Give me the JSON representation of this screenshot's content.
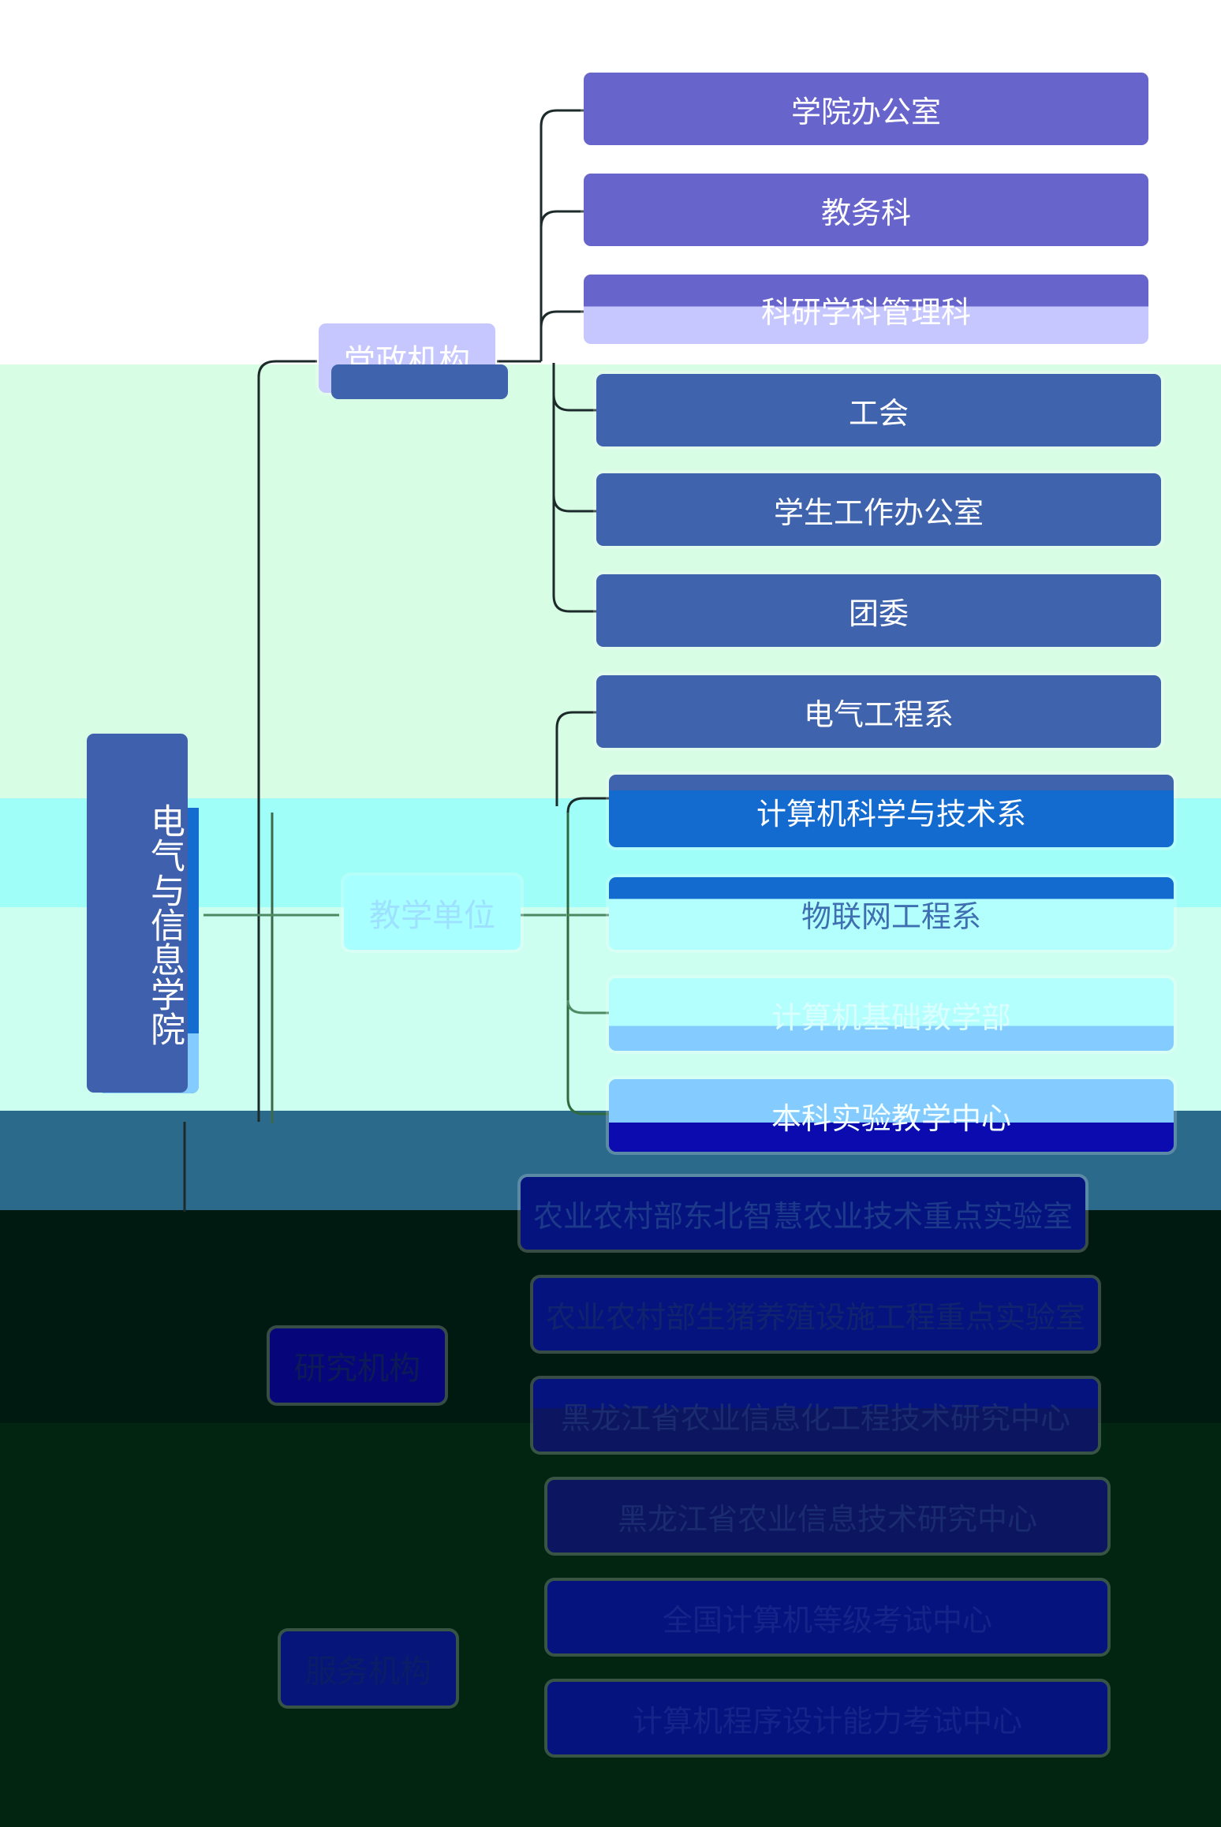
{
  "root": {
    "label": "电气与信息学院"
  },
  "categories": [
    {
      "id": "admin",
      "label": "党政机构",
      "color": "#c7c7ff",
      "text_color": "#ffffff"
    },
    {
      "id": "teaching",
      "label": "教学单位",
      "color": "#a8ffff",
      "text_color": "#9de0ff"
    },
    {
      "id": "research",
      "label": "研究机构",
      "color": "#06067a",
      "text_color": "#0c1a55"
    },
    {
      "id": "service",
      "label": "服务机构",
      "color": "#05157a",
      "text_color": "#0b1d66"
    }
  ],
  "children": {
    "admin": [
      {
        "label": "学院办公室",
        "color": "#6764cb"
      },
      {
        "label": "教务科",
        "color": "#6764cb"
      },
      {
        "label": "科研学科管理科",
        "color": "#6764cb"
      },
      {
        "label": "工会",
        "color": "#3f63ad"
      },
      {
        "label": "学生工作办公室",
        "color": "#3f63ad"
      },
      {
        "label": "团委",
        "color": "#3f63ad"
      }
    ],
    "teaching": [
      {
        "label": "电气工程系",
        "color": "#3f63ad"
      },
      {
        "label": "计算机科学与技术系",
        "color": "#136bd0"
      },
      {
        "label": "物联网工程系",
        "color": "#b3fffd"
      },
      {
        "label": "计算机基础教学部",
        "color": "#b3fffd"
      },
      {
        "label": "本科实验教学中心",
        "color": "#84ccff"
      }
    ],
    "research": [
      {
        "label": "农业农村部东北智慧农业技术重点实验室",
        "color": "#05137f"
      },
      {
        "label": "农业农村部生猪养殖设施工程重点实验室",
        "color": "#05137f"
      },
      {
        "label": "黑龙江省农业信息化工程技术研究中心",
        "color": "#0c1660"
      },
      {
        "label": "黑龙江省农业信息技术研究中心",
        "color": "#0c1660"
      }
    ],
    "service": [
      {
        "label": "全国计算机等级考试中心",
        "color": "#05137f"
      },
      {
        "label": "计算机程序设计能力考试中心",
        "color": "#05137f"
      }
    ]
  }
}
